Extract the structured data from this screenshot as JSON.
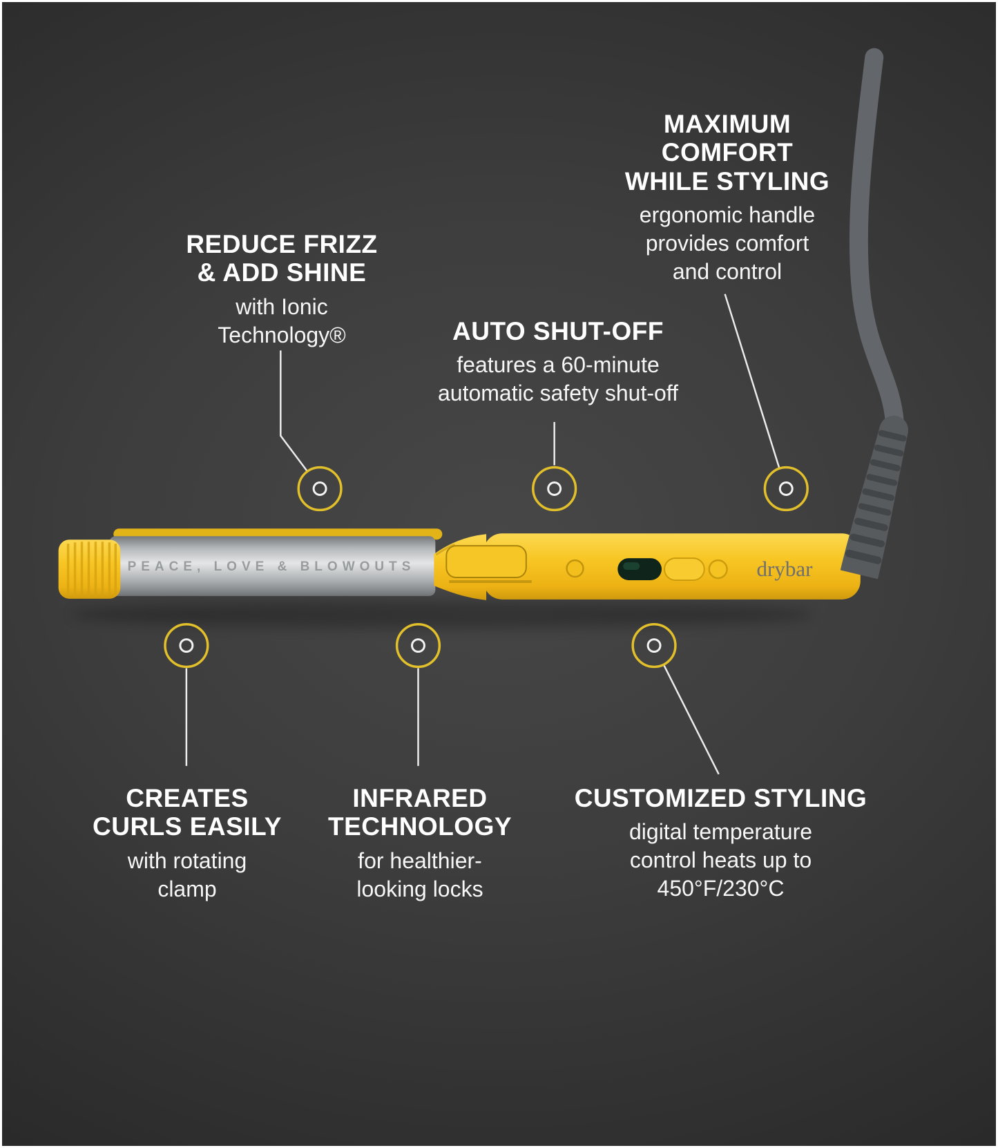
{
  "scene": {
    "background_center": "#474747",
    "background_edge": "#1e1e1e",
    "frame_color": "#ffffff"
  },
  "product": {
    "name": "drybar rotating curling iron",
    "logo": "drybar",
    "barrel_text": "PEACE, LOVE & BLOWOUTS",
    "colors": {
      "body_yellow": "#f7c624",
      "yellow_shadow": "#cf9a0e",
      "barrel_silver": "#e4e6e7",
      "cord_gray": "#63666a",
      "display_green": "#0f241b"
    }
  },
  "accents": {
    "ring_color": "#e2c02b",
    "line_color": "#ececec",
    "text_color": "#ffffff"
  },
  "callouts": [
    {
      "id": "reduce-frizz",
      "title": "REDUCE FRIZZ\n& ADD SHINE",
      "body": "with Ionic\nTechnology®"
    },
    {
      "id": "auto-shut-off",
      "title": "AUTO SHUT-OFF",
      "body": "features a 60-minute\nautomatic safety shut-off"
    },
    {
      "id": "maximum-comfort",
      "title": "MAXIMUM\nCOMFORT\nWHILE STYLING",
      "body": "ergonomic handle\nprovides comfort\nand control"
    },
    {
      "id": "creates-curls",
      "title": "CREATES\nCURLS EASILY",
      "body": "with rotating\nclamp"
    },
    {
      "id": "infrared",
      "title": "INFRARED\nTECHNOLOGY",
      "body": "for healthier-\nlooking locks"
    },
    {
      "id": "customized-styling",
      "title": "CUSTOMIZED STYLING",
      "body": "digital temperature\ncontrol heats up to\n450°F/230°C"
    }
  ]
}
